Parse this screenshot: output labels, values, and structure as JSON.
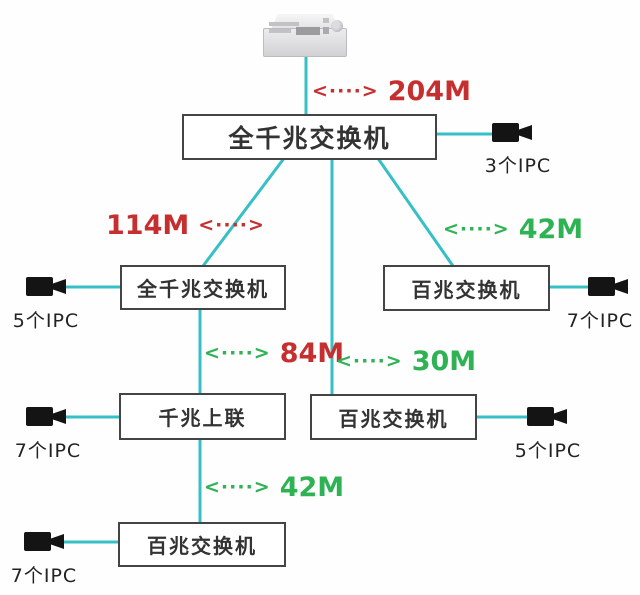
{
  "colors": {
    "line": "#36c0c6",
    "red": "#c62f2f",
    "green": "#2fb254",
    "box_border": "#444444",
    "text": "#333333"
  },
  "icons": {
    "server": "nvr-server-icon",
    "camera": "camera-icon"
  },
  "boxes": [
    {
      "label": "全千兆交换机"
    },
    {
      "label": "全千兆交换机"
    },
    {
      "label": "百兆交换机"
    },
    {
      "label": "千兆上联"
    },
    {
      "label": "百兆交换机"
    },
    {
      "label": "百兆交换机"
    }
  ],
  "links": [
    {
      "value": "204M",
      "arrow": "<····>",
      "arrow_color": "#c62f2f",
      "value_color": "#c62f2f"
    },
    {
      "value": "114M",
      "arrow": "<····>",
      "arrow_color": "#c62f2f",
      "value_color": "#c62f2f"
    },
    {
      "value": "42M",
      "arrow": "<····>",
      "arrow_color": "#2fb254",
      "value_color": "#2fb254"
    },
    {
      "value": "84M",
      "arrow": "<····>",
      "arrow_color": "#2fb254",
      "value_color": "#c62f2f"
    },
    {
      "value": "30M",
      "arrow": "<····>",
      "arrow_color": "#2fb254",
      "value_color": "#2fb254"
    },
    {
      "value": "42M",
      "arrow": "<····>",
      "arrow_color": "#2fb254",
      "value_color": "#2fb254"
    }
  ],
  "cameras": [
    {
      "label": "3个IPC"
    },
    {
      "label": "5个IPC"
    },
    {
      "label": "7个IPC"
    },
    {
      "label": "7个IPC"
    },
    {
      "label": "5个IPC"
    },
    {
      "label": "7个IPC"
    }
  ]
}
